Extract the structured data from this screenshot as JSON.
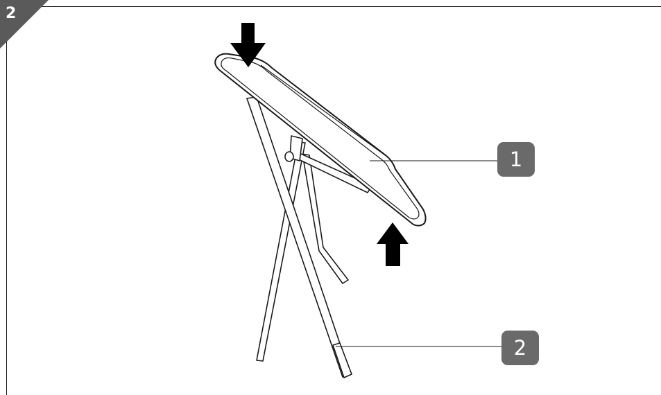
{
  "figure": {
    "number": "2",
    "callouts": [
      {
        "label": "1"
      },
      {
        "label": "2"
      }
    ],
    "arrows": [
      {
        "direction": "down"
      },
      {
        "direction": "up"
      }
    ],
    "colors": {
      "line": "#1a1a1a",
      "badge": "#6a6a6a",
      "corner": "#5a5a5a"
    }
  }
}
